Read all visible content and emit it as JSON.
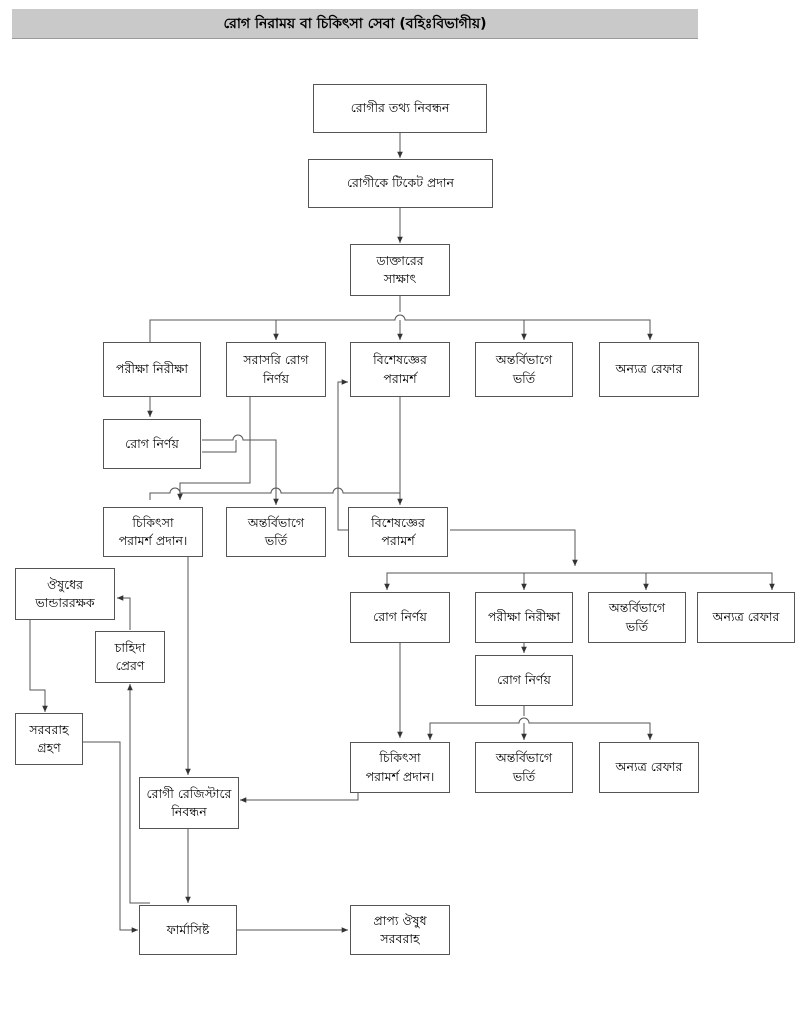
{
  "title": "রোগ নিরাময় বা  চিকিৎসা সেবা (বহিঃবিভাগীয়)",
  "nodes": {
    "patient_info": "রোগীর তথ্য নিবন্ধন",
    "ticket": "রোগীকে টিকেট প্রদান",
    "doctor_visit": "ডাক্তারের\nসাক্ষাৎ",
    "test1": "পরীক্ষা নিরীক্ষা",
    "direct_diag": "সরাসরি রোগ\nনির্ণয়",
    "specialist1": "বিশেষজ্ঞের\nপরামর্শ",
    "admit1": "অন্তর্বিভাগে\nভর্তি",
    "refer1": "অন্যত্র রেফার",
    "diag1": "রোগ নির্ণয়",
    "treat1": "চিকিৎসা\nপরামর্শ প্রদান।",
    "admit2": "অন্তর্বিভাগে\nভর্তি",
    "specialist2": "বিশেষজ্ঞের\nপরামর্শ",
    "storekeeper": "ঔষুধের\nভান্ডাররক্ষক",
    "demand": "চাহিদা\nপ্রেরণ",
    "supply_recv": "সরবরাহ\nগ্রহণ",
    "diag2": "রোগ নির্ণয়",
    "test2": "পরীক্ষা নিরীক্ষা",
    "admit3": "অন্তর্বিভাগে\nভর্তি",
    "refer2": "অন্যত্র রেফার",
    "diag3": "রোগ নির্ণয়",
    "treat2": "চিকিৎসা\nপরামর্শ প্রদান।",
    "admit4": "অন্তর্বিভাগে\nভর্তি",
    "refer3": "অন্যত্র রেফার",
    "register": "রোগী রেজিস্টারে\nনিবন্ধন",
    "pharmacist": "ফার্মাসিষ্ট",
    "medicine": "প্রাপ্য ঔষুধ\nসরবরাহ"
  }
}
